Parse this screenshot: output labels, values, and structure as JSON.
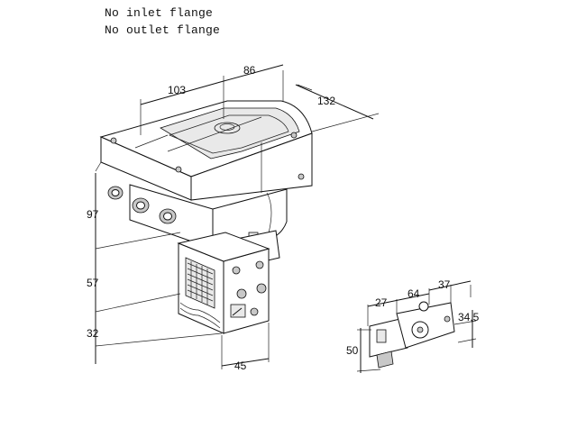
{
  "notes": {
    "inlet": "No inlet flange",
    "outlet": "No outlet flange"
  },
  "dimensions": {
    "d103": "103",
    "d86": "86",
    "d132": "132",
    "d97": "97",
    "d57": "57",
    "d32": "32",
    "d45": "45",
    "d27": "27",
    "d64": "64",
    "d37": "37",
    "d34_5": "34,5",
    "d50": "50"
  }
}
